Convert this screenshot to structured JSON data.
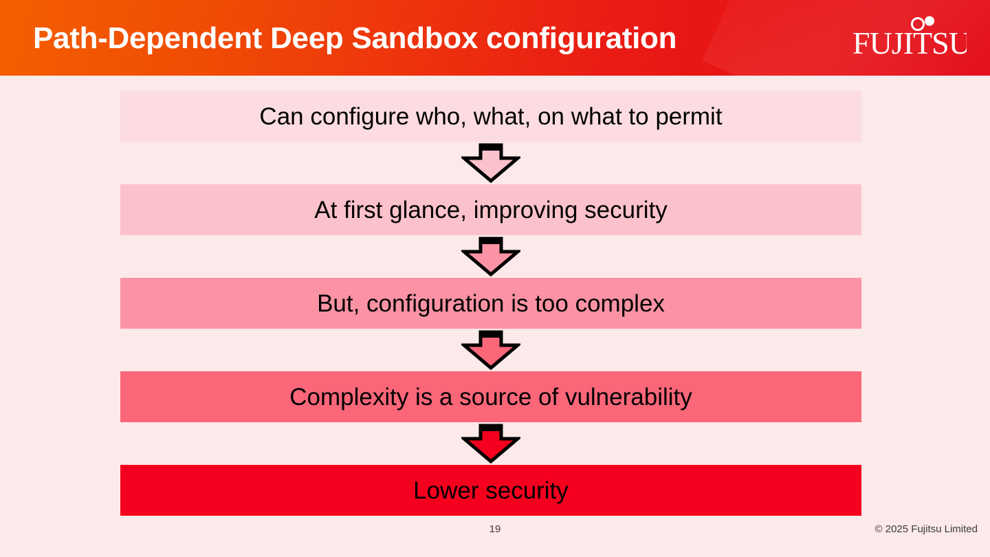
{
  "slide": {
    "title": "Path-Dependent Deep Sandbox configuration",
    "page_number": "19",
    "copyright": "© 2025 Fujitsu Limited",
    "logo_text": "FUJITSU",
    "background_color": "#fce9e9",
    "header_gradient_from": "#f45f00",
    "header_gradient_to": "#e30613",
    "title_color": "#ffffff"
  },
  "flow": {
    "steps": [
      {
        "label": "Can configure who, what, on what to permit",
        "box_color": "#fcdce1",
        "arrow_color": "#fcc2cb"
      },
      {
        "label": "At first glance, improving security",
        "box_color": "#fcc2cb",
        "arrow_color": "#fb93a4"
      },
      {
        "label": "But, configuration is too complex",
        "box_color": "#fb93a4",
        "arrow_color": "#fb6679"
      },
      {
        "label": "Complexity is a source of vulnerability",
        "box_color": "#fb6679",
        "arrow_color": "#f4001e"
      },
      {
        "label": "Lower security",
        "box_color": "#f4001e",
        "arrow_color": null
      }
    ],
    "arrow_outline_color": "#000000"
  }
}
